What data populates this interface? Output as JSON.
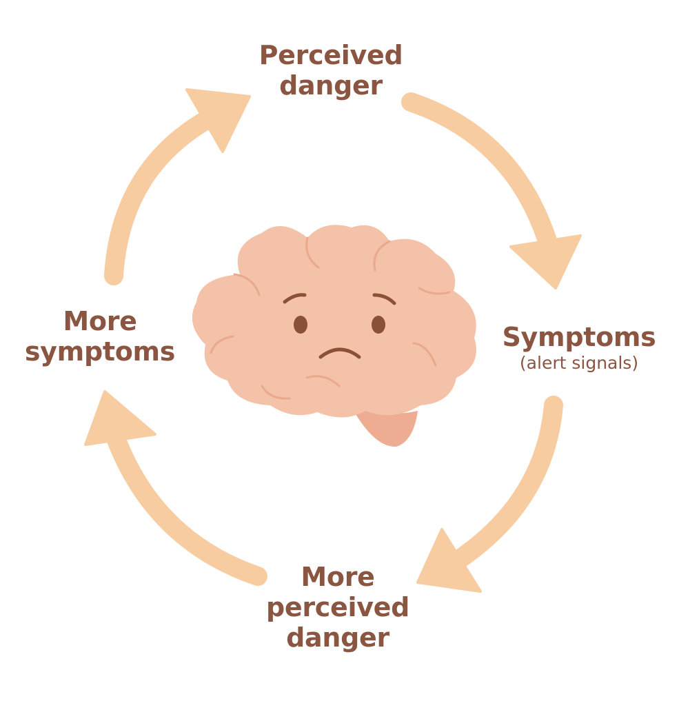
{
  "colors": {
    "text": "#8a5541",
    "arrow": "#f7cca0",
    "brain_fill": "#f4c2a8",
    "brain_line": "#e9a98d",
    "brain_stem": "#eeac92",
    "face": "#8a5038"
  },
  "nodes": {
    "top": {
      "line1": "Perceived",
      "line2": "danger"
    },
    "right": {
      "title": "Symptoms",
      "subtitle": "(alert signals)"
    },
    "bottom": {
      "line1": "More",
      "line2": "perceived",
      "line3": "danger"
    },
    "left": {
      "line1": "More",
      "line2": "symptoms"
    }
  },
  "center_icon": "worried-brain-icon"
}
